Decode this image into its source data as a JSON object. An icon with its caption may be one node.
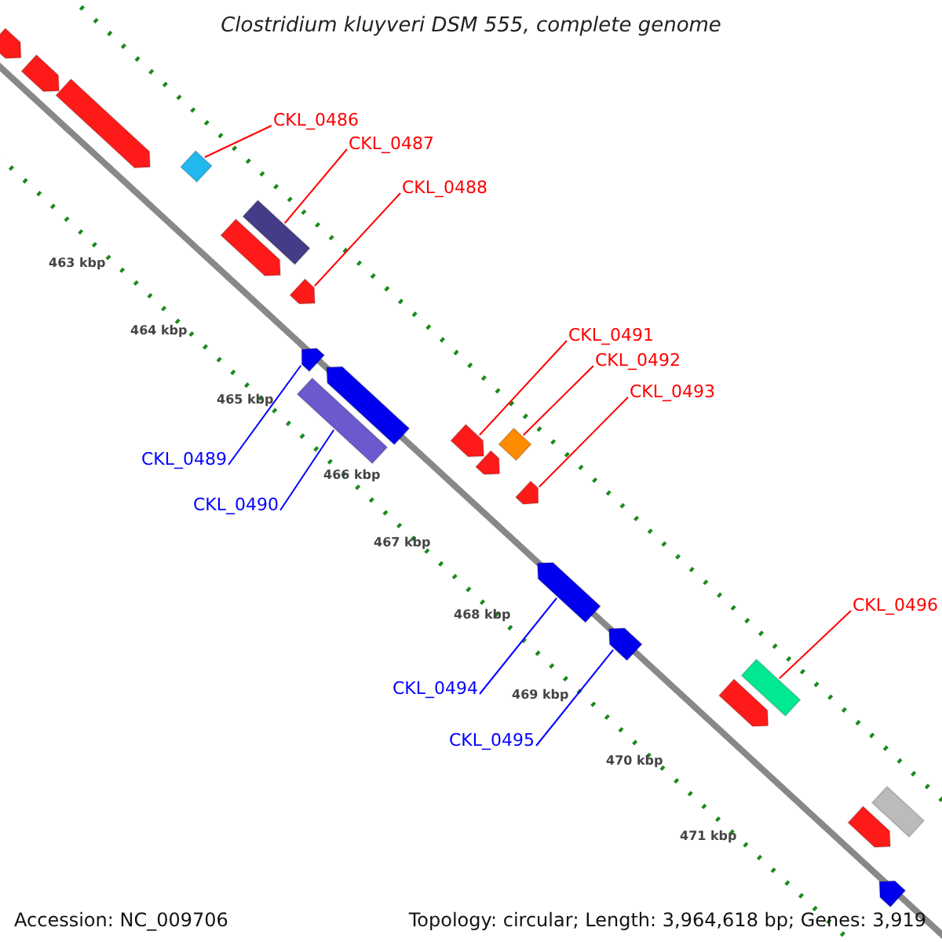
{
  "diagram": {
    "title": "Clostridium kluyveri DSM 555, complete genome",
    "nodes": [
      {
        "text": [
          "CKL_0486"
        ]
      },
      {
        "text": [],
        "shape": "bar"
      },
      {
        "text": [
          "CKL_0487"
        ]
      },
      {
        "text": [],
        "shape": "bar"
      },
      {
        "text": [
          "CKL_0488"
        ]
      },
      {
        "text": [],
        "shape": "pentagon"
      },
      {
        "text": [
          "CKL_0491"
        ]
      },
      {
        "text": [],
        "shape": "pentagon"
      },
      {
        "text": [
          "CKL_0492"
        ]
      },
      {
        "text": [],
        "shape": "bar"
      },
      {
        "text": [
          "CKL_0493"
        ]
      },
      {
        "text": [],
        "shape": "pentagon"
      },
      {
        "text": [
          "CKL_0489"
        ]
      },
      {
        "text": [],
        "shape": "pentagon"
      },
      {
        "text": [
          "CKL_0490"
        ]
      },
      {
        "text": [],
        "shape": "bar"
      },
      {
        "text": [
          "CKL_0494"
        ]
      },
      {
        "text": [],
        "shape": "pentagon"
      },
      {
        "text": [
          "CKL_0495"
        ]
      },
      {
        "text": [],
        "shape": "pentagon"
      },
      {
        "text": [
          "CKL_0496"
        ]
      },
      {
        "text": [],
        "shape": "bar"
      },
      {
        "text": [],
        "shape": "pentagon"
      },
      {
        "text": [],
        "shape": "pentagon"
      },
      {
        "text": [],
        "shape": "pentagon"
      },
      {
        "text": [],
        "shape": "pentagon"
      },
      {
        "text": [],
        "shape": "pentagon"
      },
      {
        "text": [],
        "shape": "pentagon"
      },
      {
        "text": [],
        "shape": "pentagon"
      },
      {
        "text": [],
        "shape": "pentagon"
      },
      {
        "text": [],
        "shape": "bar"
      },
      {
        "text": [],
        "shape": "pentagon"
      }
    ],
    "edges": [
      {
        "from": 0,
        "to": 1,
        "arrow": "none"
      },
      {
        "from": 2,
        "to": 3,
        "arrow": "none"
      },
      {
        "from": 4,
        "to": 5,
        "arrow": "none"
      },
      {
        "from": 6,
        "to": 7,
        "arrow": "none"
      },
      {
        "from": 8,
        "to": 9,
        "arrow": "none"
      },
      {
        "from": 10,
        "to": 11,
        "arrow": "none"
      },
      {
        "from": 12,
        "to": 13,
        "arrow": "none",
        "color": "#0000ff"
      },
      {
        "from": 14,
        "to": 15,
        "arrow": "none",
        "color": "#0000ff"
      },
      {
        "from": 16,
        "to": 17,
        "arrow": "none",
        "color": "#0000ff"
      },
      {
        "from": 18,
        "to": 19,
        "arrow": "none",
        "color": "#0000ff"
      },
      {
        "from": 20,
        "to": 21,
        "arrow": "none"
      }
    ],
    "labels": [
      "463 kbp",
      "464 kbp",
      "465 kbp",
      "466 kbp",
      "467 kbp",
      "468 kbp",
      "469 kbp",
      "470 kbp",
      "471 kbp",
      "Accession: NC_009706",
      "Topology: circular; Length: 3,964,618 bp; Genes: 3,919"
    ]
  }
}
